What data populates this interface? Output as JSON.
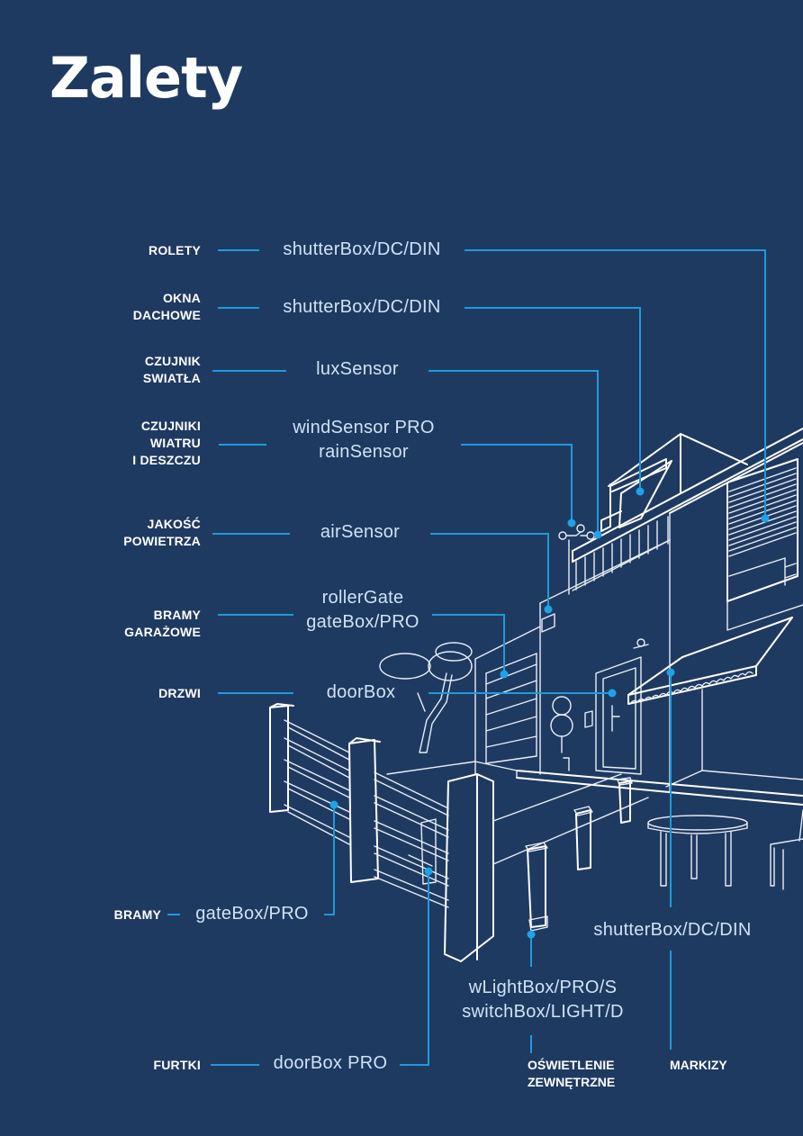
{
  "page": {
    "title": "Zalety",
    "background_color": "#1f3a61",
    "accent_color": "#1f9ad9",
    "product_text_color": "#cfe2f7"
  },
  "callouts": [
    {
      "category": [
        "ROLETY"
      ],
      "products": [
        "shutterBox/DC/DIN"
      ]
    },
    {
      "category": [
        "OKNA",
        "DACHOWE"
      ],
      "products": [
        "shutterBox/DC/DIN"
      ]
    },
    {
      "category": [
        "CZUJNIK",
        "SWIATŁA"
      ],
      "products": [
        "luxSensor"
      ]
    },
    {
      "category": [
        "CZUJNIKI",
        "WIATRU",
        "I DESZCZU"
      ],
      "products": [
        "windSensor PRO",
        "rainSensor"
      ]
    },
    {
      "category": [
        "JAKOŚĆ",
        "POWIETRZA"
      ],
      "products": [
        "airSensor"
      ]
    },
    {
      "category": [
        "BRAMY",
        "GARAŻOWE"
      ],
      "products": [
        "rollerGate",
        "gateBox/PRO"
      ]
    },
    {
      "category": [
        "DRZWI"
      ],
      "products": [
        "doorBox"
      ]
    },
    {
      "category": [
        "BRAMY"
      ],
      "products": [
        "gateBox/PRO"
      ]
    },
    {
      "category": [
        "FURTKI"
      ],
      "products": [
        "doorBox PRO"
      ]
    },
    {
      "category": [
        "OŚWIETLENIE",
        "ZEWNĘTRZNE"
      ],
      "products": [
        "wLightBox/PRO/S",
        "switchBox/LIGHT/D"
      ]
    },
    {
      "category": [
        "MARKIZY"
      ],
      "products": [
        "shutterBox/DC/DIN"
      ]
    }
  ]
}
